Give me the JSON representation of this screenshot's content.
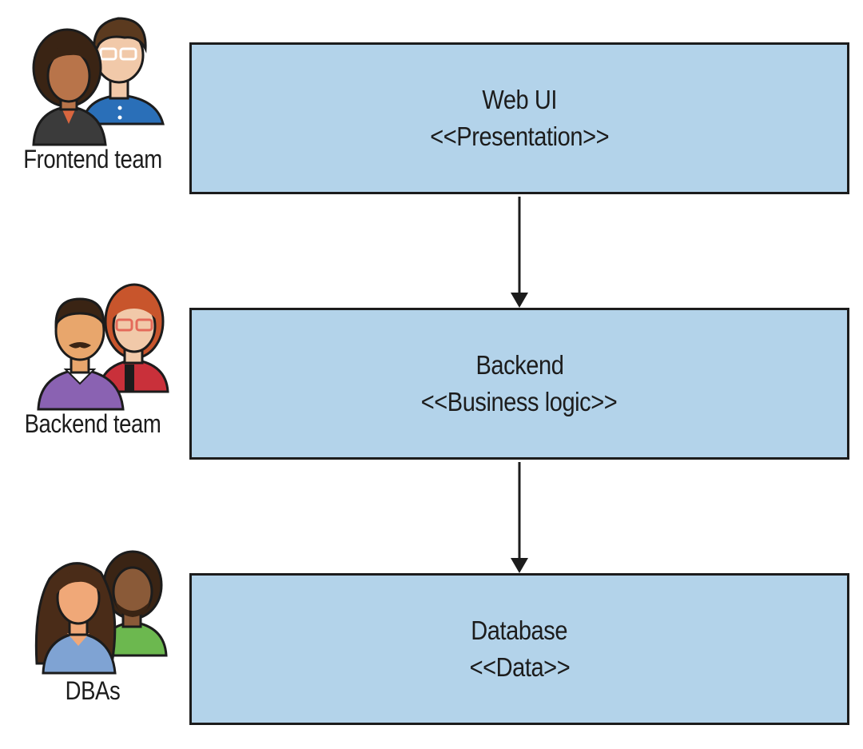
{
  "colors": {
    "layer_fill": "#b3d3ea",
    "stroke": "#1c1c1c"
  },
  "layers": [
    {
      "name": "Web UI",
      "stereotype": "<<Presentation>>"
    },
    {
      "name": "Backend",
      "stereotype": "<<Business logic>>"
    },
    {
      "name": "Database",
      "stereotype": "<<Data>>"
    }
  ],
  "teams": [
    {
      "label": "Frontend team",
      "icon": "frontend-team-avatars-icon"
    },
    {
      "label": "Backend team",
      "icon": "backend-team-avatars-icon"
    },
    {
      "label": "DBAs",
      "icon": "dba-team-avatars-icon"
    }
  ],
  "connections": [
    {
      "from": "Web UI",
      "to": "Backend"
    },
    {
      "from": "Backend",
      "to": "Database"
    }
  ]
}
